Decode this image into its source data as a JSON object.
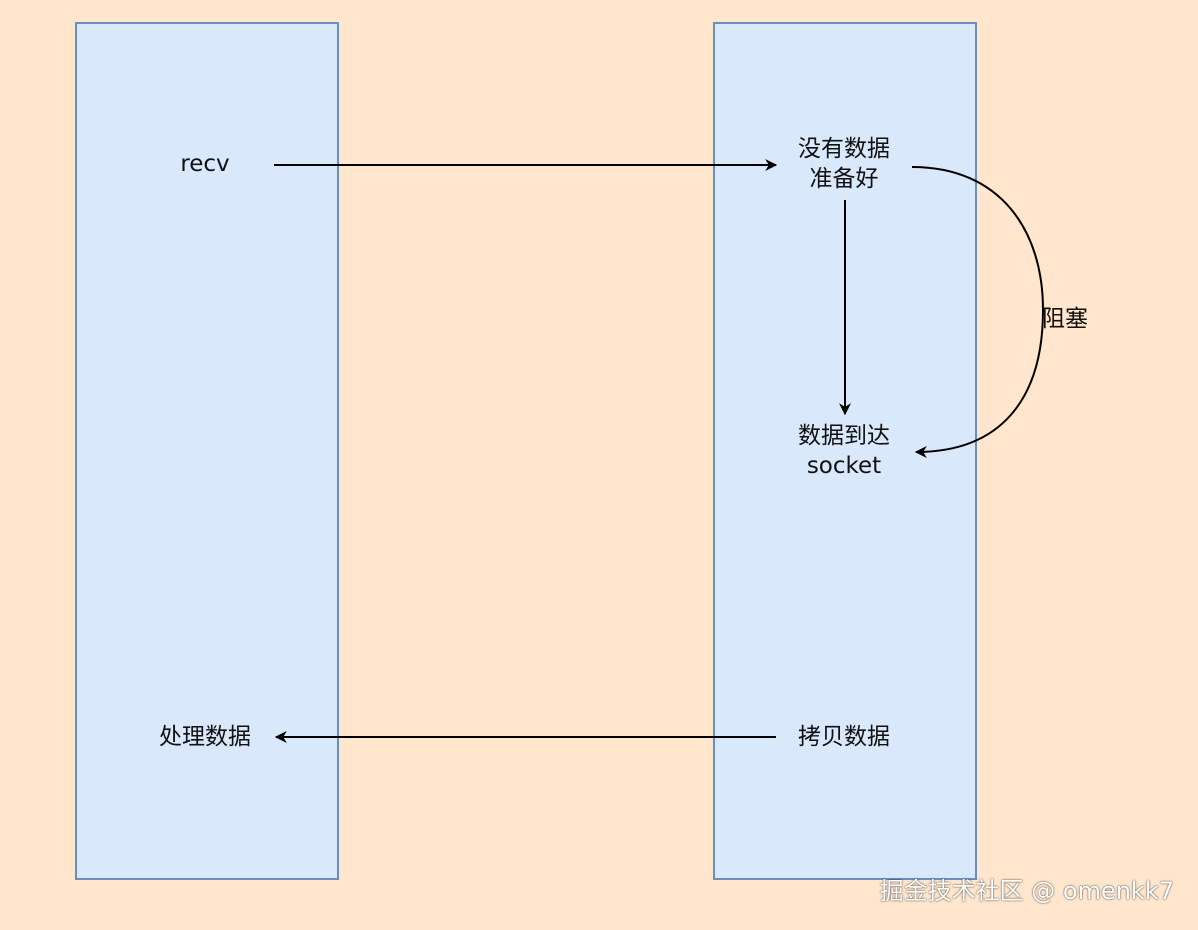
{
  "diagram": {
    "nodes": {
      "recv": "recv",
      "not_ready": [
        "没有数据",
        "准备好"
      ],
      "arrived": [
        "数据到达",
        "socket"
      ],
      "copy": "拷贝数据",
      "process": "处理数据"
    },
    "edges": {
      "block": "阻塞"
    },
    "colors": {
      "background": "#FFE6CC",
      "lane_fill": "#DAE8FC",
      "lane_stroke": "#6C8EBF",
      "arrow": "#000000"
    }
  },
  "watermark": "掘金技术社区 @ omenkk7"
}
